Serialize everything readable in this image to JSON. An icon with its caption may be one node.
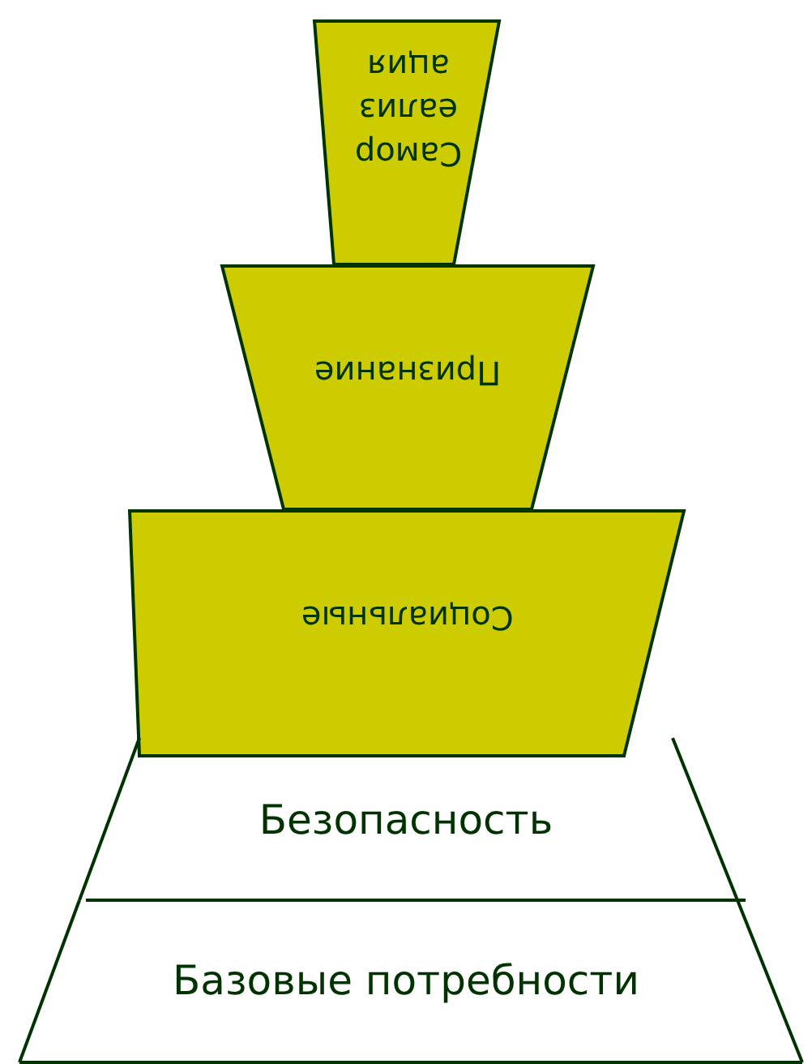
{
  "diagram": {
    "nodes": [
      {
        "text": [
          "Самореализация"
        ]
      },
      {
        "text": [
          "Признание"
        ]
      },
      {
        "text": [
          "Социальные"
        ]
      },
      {
        "text": [
          "Безопасность"
        ]
      },
      {
        "text": [
          "Базовые потребности"
        ]
      }
    ]
  }
}
